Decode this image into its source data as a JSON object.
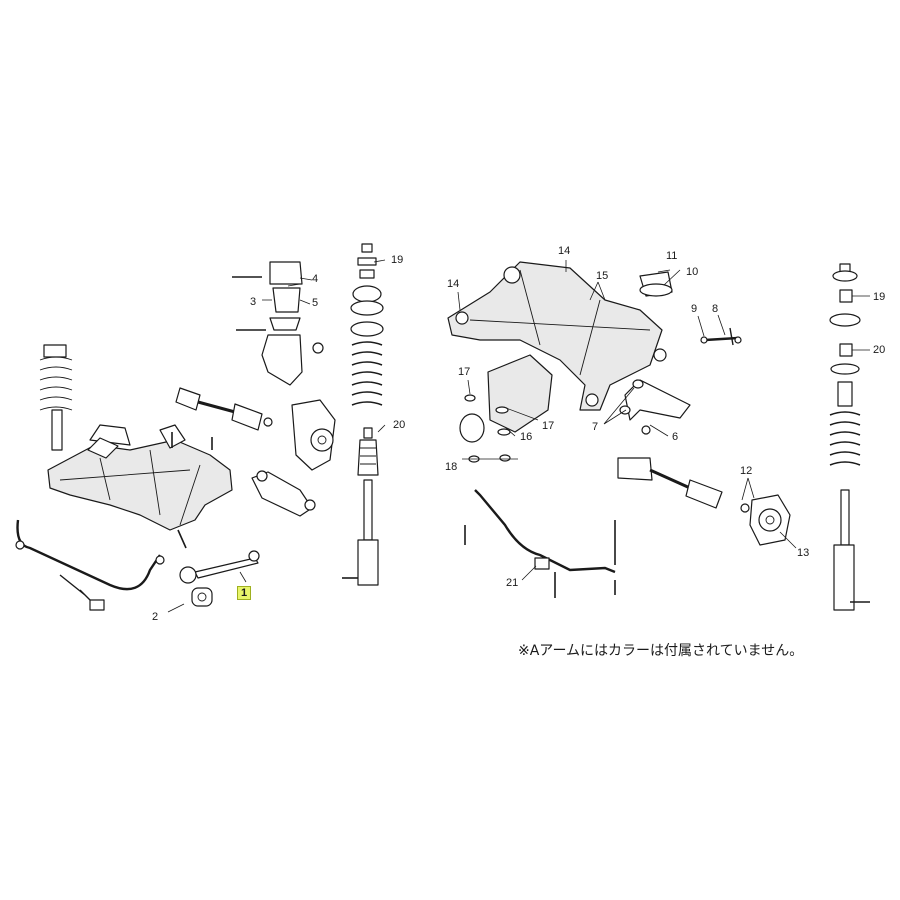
{
  "callouts": {
    "c1": "1",
    "c2": "2",
    "c3": "3",
    "c4": "4",
    "c5": "5",
    "c6": "6",
    "c7": "7",
    "c8": "8",
    "c9": "9",
    "c10": "10",
    "c11": "11",
    "c12": "12",
    "c13": "13",
    "c14a": "14",
    "c14b": "14",
    "c15": "15",
    "c16": "16",
    "c17a": "17",
    "c17b": "17",
    "c18": "18",
    "c19a": "19",
    "c19b": "19",
    "c20a": "20",
    "c20b": "20",
    "c21": "21"
  },
  "highlight_color": "#e8f56a",
  "note": "※Aアームにはカラーは付属されていません。"
}
